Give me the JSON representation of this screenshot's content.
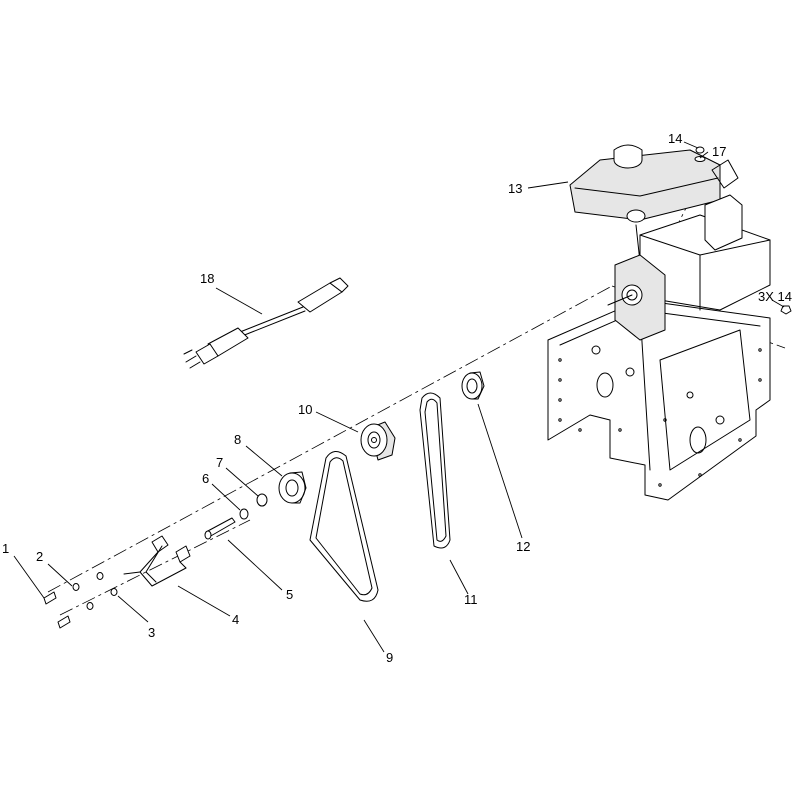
{
  "callouts": [
    {
      "id": "1",
      "label": "1"
    },
    {
      "id": "2",
      "label": "2"
    },
    {
      "id": "3",
      "label": "3"
    },
    {
      "id": "4",
      "label": "4"
    },
    {
      "id": "5",
      "label": "5"
    },
    {
      "id": "6",
      "label": "6"
    },
    {
      "id": "7",
      "label": "7"
    },
    {
      "id": "8",
      "label": "8"
    },
    {
      "id": "9",
      "label": "9"
    },
    {
      "id": "10",
      "label": "10"
    },
    {
      "id": "11",
      "label": "11"
    },
    {
      "id": "12",
      "label": "12"
    },
    {
      "id": "13",
      "label": "13"
    },
    {
      "id": "14a",
      "label": "14"
    },
    {
      "id": "17",
      "label": "17"
    },
    {
      "id": "3x14",
      "label": "3X 14"
    },
    {
      "id": "18",
      "label": "18"
    }
  ]
}
